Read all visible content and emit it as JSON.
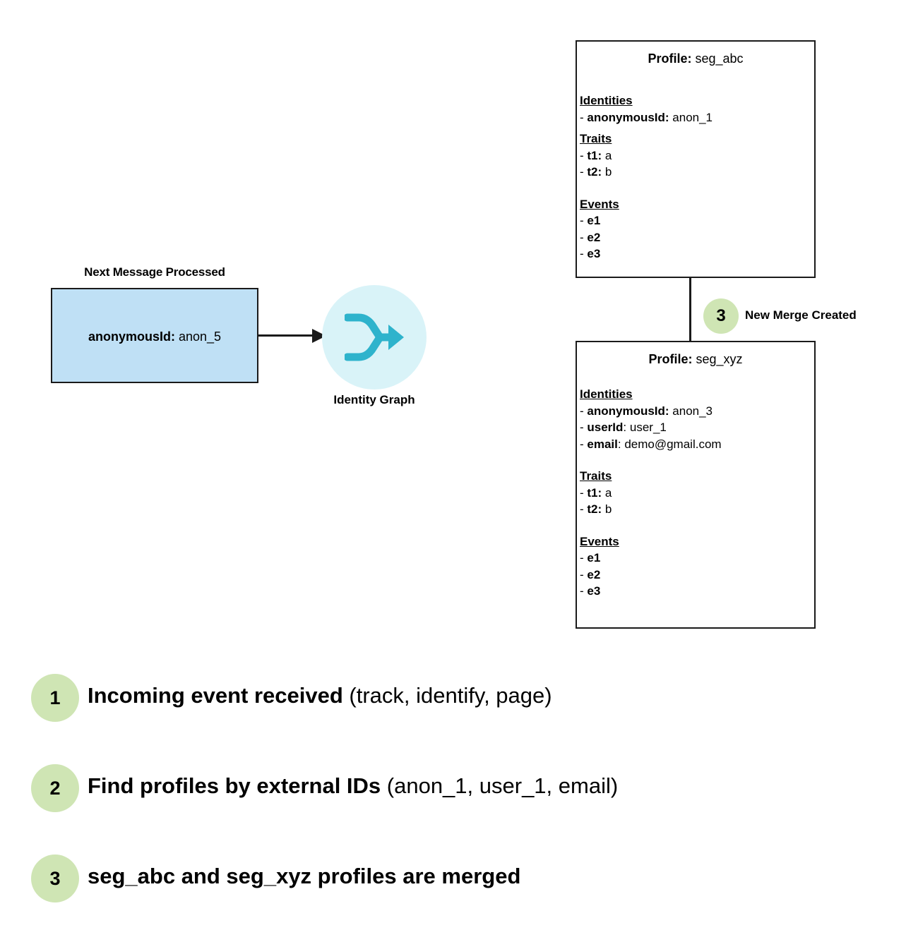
{
  "diagram": {
    "title": "Identity Graph profile merge flow",
    "colors": {
      "message_box_fill": "#bfe0f5",
      "identity_bubble_fill": "#d9f3f8",
      "identity_icon": "#2eb3cc",
      "badge_fill": "#cfe5b4",
      "stroke": "#1a1a1a"
    }
  },
  "message": {
    "title": "Next Message Processed",
    "key": "anonymousId:",
    "value": " anon_5"
  },
  "identity_graph": {
    "label": "Identity Graph",
    "icon": "merge-arrow-icon"
  },
  "profiles": [
    {
      "head_label": "Profile:",
      "head_value": " seg_abc",
      "identities_heading": "Identities",
      "identities": [
        {
          "prefix": " - ",
          "key": "anonymousId:",
          "value": " anon_1"
        }
      ],
      "traits_heading": "Traits",
      "traits": [
        {
          "prefix": " - ",
          "key": "t1:",
          "value": " a"
        },
        {
          "prefix": " - ",
          "key": "t2:",
          "value": " b"
        }
      ],
      "events_heading": "Events",
      "events": [
        {
          "prefix": " - ",
          "key": "e1",
          "value": ""
        },
        {
          "prefix": " - ",
          "key": "e2",
          "value": ""
        },
        {
          "prefix": " - ",
          "key": "e3",
          "value": ""
        }
      ]
    },
    {
      "head_label": "Profile:",
      "head_value": " seg_xyz",
      "identities_heading": "Identities",
      "identities": [
        {
          "prefix": " - ",
          "key": "anonymousId:",
          "value": " anon_3"
        },
        {
          "prefix": " - ",
          "key": "userId",
          "value": ": user_1"
        },
        {
          "prefix": " - ",
          "key": "email",
          "value": ": demo@gmail.com"
        }
      ],
      "traits_heading": "Traits",
      "traits": [
        {
          "prefix": " - ",
          "key": "t1:",
          "value": " a"
        },
        {
          "prefix": " - ",
          "key": "t2:",
          "value": " b"
        }
      ],
      "events_heading": "Events",
      "events": [
        {
          "prefix": " - ",
          "key": "e1",
          "value": ""
        },
        {
          "prefix": " - ",
          "key": "e2",
          "value": ""
        },
        {
          "prefix": " - ",
          "key": "e3",
          "value": ""
        }
      ]
    }
  ],
  "merge_badge": {
    "number": "3",
    "label": "New Merge Created"
  },
  "legend": [
    {
      "number": "1",
      "bold": "Incoming event received",
      "rest": " (track, identify, page)"
    },
    {
      "number": "2",
      "bold": "Find profiles by external IDs",
      "rest": " (anon_1, user_1, email)"
    },
    {
      "number": "3",
      "bold": "seg_abc and seg_xyz profiles are merged",
      "rest": ""
    }
  ]
}
